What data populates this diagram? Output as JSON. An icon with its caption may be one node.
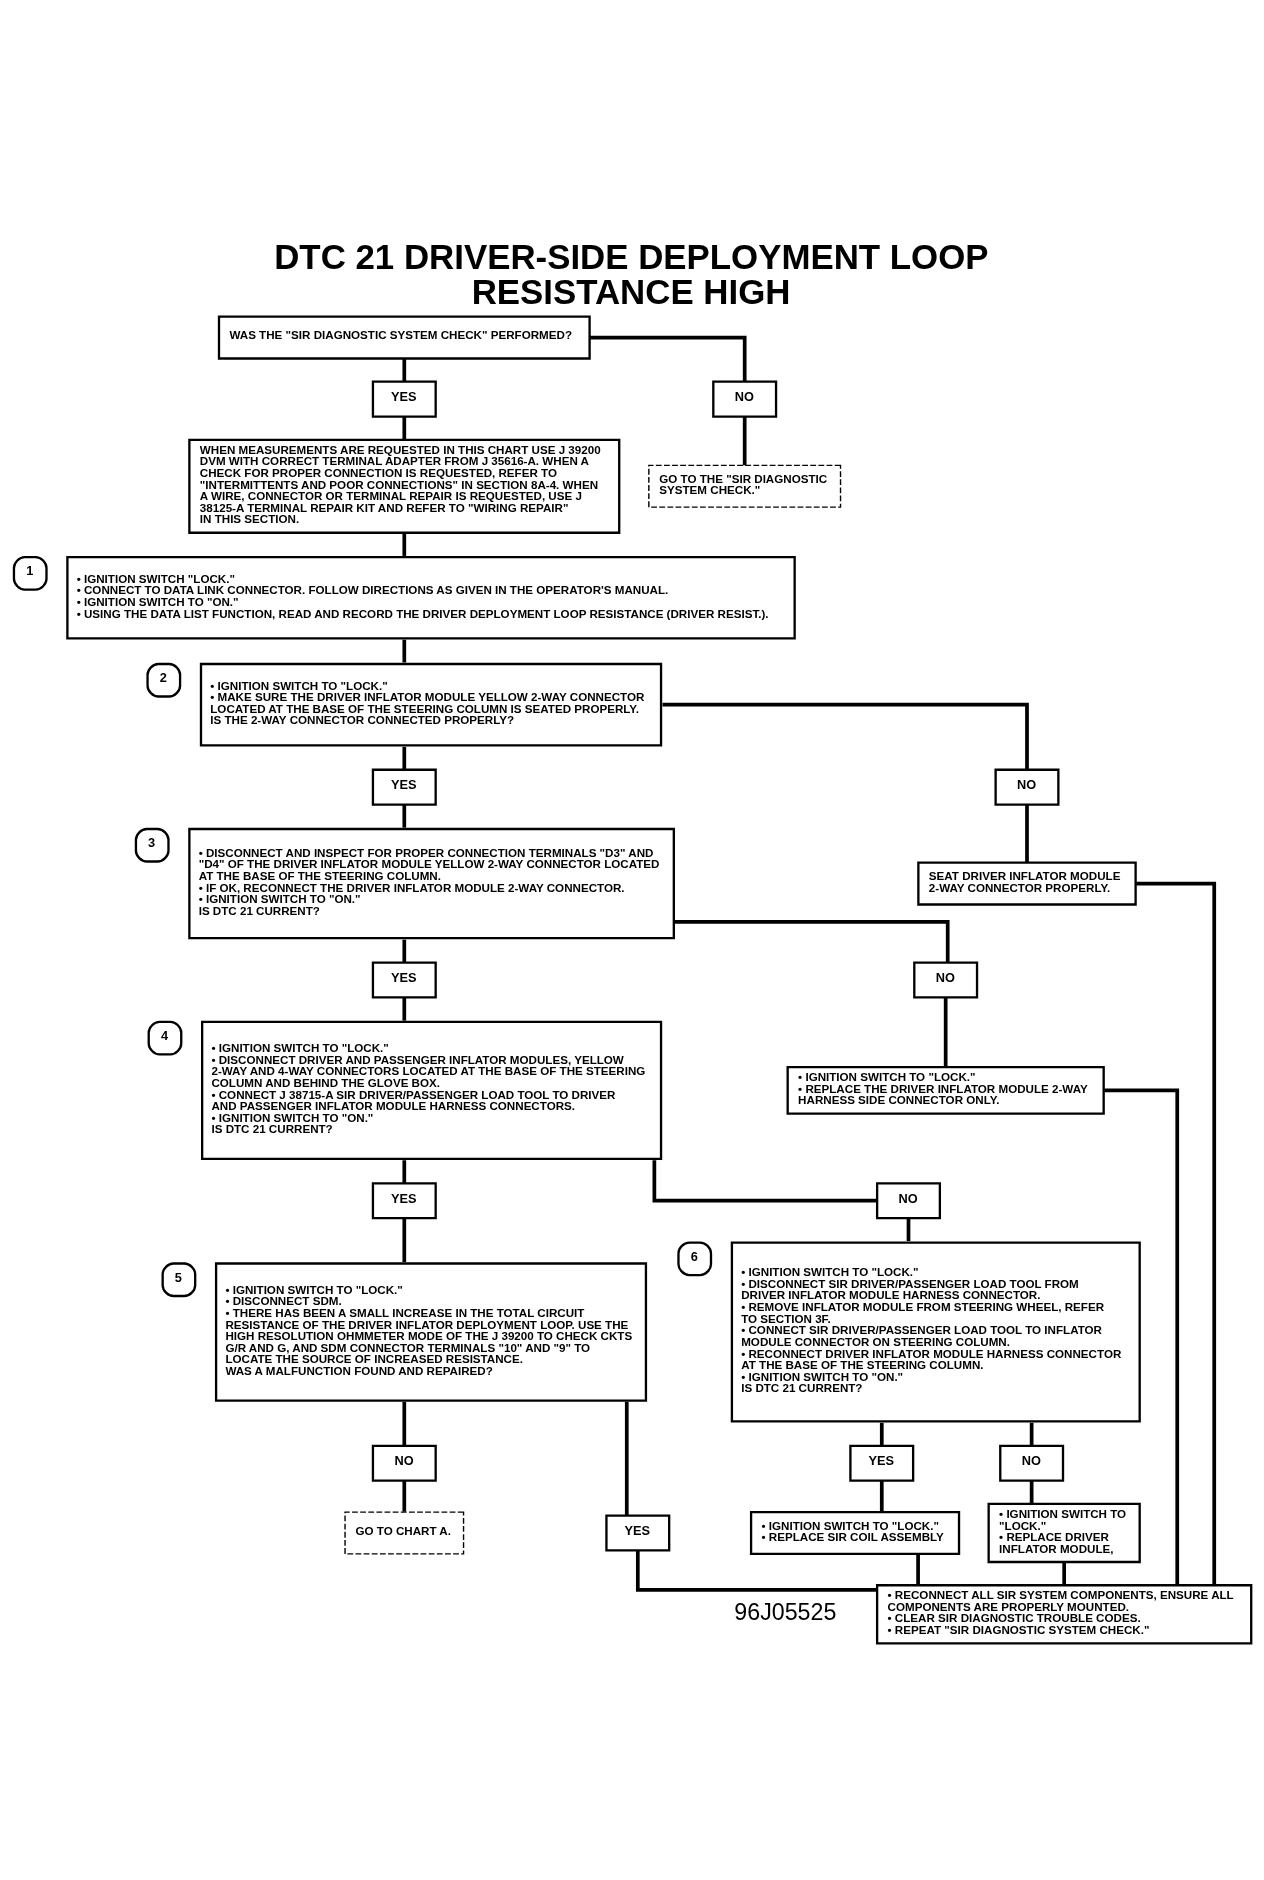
{
  "diagram": {
    "title": "DTC 21 DRIVER-SIDE DEPLOYMENT LOOP RESISTANCE HIGH",
    "nodes": [
      {
        "text": [
          "WAS THE \"SIR DIAGNOSTIC SYSTEM CHECK\" PERFORMED?"
        ]
      },
      {
        "text": [
          "YES"
        ]
      },
      {
        "text": [
          "NO"
        ]
      },
      {
        "text": [
          "WHEN MEASUREMENTS ARE REQUESTED IN THIS CHART USE J 39200 DVM WITH CORRECT TERMINAL ADAPTER FROM J 35616-A. WHEN A CHECK FOR PROPER CONNECTION IS REQUESTED, REFER TO \"INTERMITTENTS AND POOR CONNECTIONS\" IN SECTION 8A-4. WHEN A WIRE, CONNECTOR OR TERMINAL REPAIR IS REQUESTED, USE J 38125-A TERMINAL REPAIR KIT AND REFER TO \"WIRING REPAIR\" IN THIS SECTION."
        ]
      },
      {
        "text": [
          "GO TO THE \"SIR DIAGNOSTIC SYSTEM CHECK.\""
        ]
      },
      {
        "text": [
          "• IGNITION SWITCH \"LOCK.\"",
          "• CONNECT TO DATA LINK CONNECTOR. FOLLOW DIRECTIONS AS GIVEN IN THE OPERATOR'S MANUAL.",
          "• IGNITION SWITCH TO \"ON.\"",
          "• USING THE DATA LIST FUNCTION, READ AND RECORD THE DRIVER DEPLOYMENT LOOP RESISTANCE (DRIVER RESIST.)."
        ],
        "beside": [
          "1"
        ]
      },
      {
        "text": [
          "• IGNITION SWITCH TO \"LOCK.\"",
          "• MAKE SURE THE DRIVER INFLATOR MODULE YELLOW 2-WAY CONNECTOR LOCATED AT THE BASE OF THE STEERING COLUMN IS SEATED PROPERLY.",
          "IS THE 2-WAY CONNECTOR CONNECTED PROPERLY?"
        ],
        "beside": [
          "2"
        ]
      },
      {
        "text": [
          "YES"
        ]
      },
      {
        "text": [
          "NO"
        ]
      },
      {
        "text": [
          "• DISCONNECT AND INSPECT FOR PROPER CONNECTION TERMINALS \"D3\" AND \"D4\" OF THE DRIVER INFLATOR MODULE YELLOW 2-WAY CONNECTOR LOCATED AT THE BASE OF THE STEERING COLUMN.",
          "• IF OK, RECONNECT THE DRIVER INFLATOR MODULE 2-WAY CONNECTOR.",
          "• IGNITION SWITCH TO \"ON.\"",
          "IS DTC 21 CURRENT?"
        ],
        "beside": [
          "3"
        ]
      },
      {
        "text": [
          "SEAT DRIVER INFLATOR MODULE 2-WAY CONNECTOR PROPERLY."
        ]
      },
      {
        "text": [
          "YES"
        ]
      },
      {
        "text": [
          "NO"
        ]
      },
      {
        "text": [
          "• IGNITION SWITCH TO \"LOCK.\"",
          "• DISCONNECT DRIVER AND PASSENGER INFLATOR MODULES, YELLOW 2-WAY AND 4-WAY CONNECTORS LOCATED AT THE BASE OF THE STEERING COLUMN AND BEHIND THE GLOVE BOX.",
          "• CONNECT J 38715-A SIR DRIVER/PASSENGER LOAD TOOL TO DRIVER AND PASSENGER INFLATOR MODULE HARNESS CONNECTORS.",
          "• IGNITION SWITCH TO \"ON.\"",
          "IS DTC 21 CURRENT?"
        ],
        "beside": [
          "4"
        ]
      },
      {
        "text": [
          "• IGNITION SWITCH TO \"LOCK.\"",
          "• REPLACE THE DRIVER INFLATOR MODULE 2-WAY HARNESS SIDE CONNECTOR ONLY."
        ]
      },
      {
        "text": [
          "YES"
        ]
      },
      {
        "text": [
          "NO"
        ]
      },
      {
        "text": [
          "• IGNITION SWITCH TO \"LOCK.\"",
          "• DISCONNECT SDM.",
          "• THERE HAS BEEN A SMALL INCREASE IN THE TOTAL CIRCUIT RESISTANCE OF THE DRIVER INFLATOR DEPLOYMENT LOOP. USE THE HIGH RESOLUTION OHMMETER MODE OF THE J 39200 TO CHECK CKTS G/R AND G, AND SDM CONNECTOR TERMINALS \"10\" AND \"9\" TO LOCATE THE SOURCE OF INCREASED RESISTANCE.",
          "WAS A MALFUNCTION FOUND AND REPAIRED?"
        ],
        "beside": [
          "5"
        ]
      },
      {
        "text": [
          "• IGNITION SWITCH TO \"LOCK.\"",
          "• DISCONNECT SIR DRIVER/PASSENGER LOAD TOOL FROM DRIVER INFLATOR MODULE HARNESS CONNECTOR.",
          "• REMOVE INFLATOR MODULE FROM STEERING WHEEL, REFER TO SECTION 3F.",
          "• CONNECT SIR DRIVER/PASSENGER LOAD TOOL TO INFLATOR MODULE CONNECTOR ON STEERING COLUMN.",
          "• RECONNECT DRIVER INFLATOR MODULE HARNESS CONNECTOR AT THE BASE OF THE STEERING COLUMN.",
          "• IGNITION SWITCH TO \"ON.\"",
          "IS DTC 21 CURRENT?"
        ],
        "beside": [
          "6"
        ]
      },
      {
        "text": [
          "NO"
        ]
      },
      {
        "text": [
          "YES"
        ]
      },
      {
        "text": [
          "YES"
        ]
      },
      {
        "text": [
          "NO"
        ]
      },
      {
        "text": [
          "GO TO CHART A."
        ]
      },
      {
        "text": [
          "• IGNITION SWITCH TO \"LOCK.\"",
          "• REPLACE SIR COIL ASSEMBLY"
        ]
      },
      {
        "text": [
          "• IGNITION SWITCH TO \"LOCK.\"",
          "• REPLACE DRIVER INFLATOR MODULE,"
        ]
      },
      {
        "text": [
          "• RECONNECT ALL SIR SYSTEM COMPONENTS, ENSURE ALL COMPONENTS ARE PROPERLY MOUNTED.",
          "• CLEAR SIR DIAGNOSTIC TROUBLE CODES.",
          "• REPEAT \"SIR DIAGNOSTIC SYSTEM CHECK.\""
        ]
      }
    ],
    "edges": [
      {
        "from": 0,
        "to": 1,
        "arrow": "none"
      },
      {
        "from": 0,
        "to": 2,
        "arrow": "none"
      },
      {
        "from": 1,
        "to": 3,
        "arrow": "none"
      },
      {
        "from": 2,
        "to": 4,
        "arrow": "none"
      },
      {
        "from": 3,
        "to": 5,
        "arrow": "none"
      },
      {
        "from": 5,
        "to": 6,
        "arrow": "none"
      },
      {
        "from": 6,
        "to": 7,
        "arrow": "none"
      },
      {
        "from": 6,
        "to": 8,
        "arrow": "none"
      },
      {
        "from": 7,
        "to": 9,
        "arrow": "none"
      },
      {
        "from": 8,
        "to": 10,
        "arrow": "none"
      },
      {
        "from": 9,
        "to": 11,
        "arrow": "none"
      },
      {
        "from": 9,
        "to": 12,
        "arrow": "none"
      },
      {
        "from": 11,
        "to": 13,
        "arrow": "none"
      },
      {
        "from": 12,
        "to": 14,
        "arrow": "none"
      },
      {
        "from": 13,
        "to": 15,
        "arrow": "none"
      },
      {
        "from": 13,
        "to": 16,
        "arrow": "none"
      },
      {
        "from": 15,
        "to": 17,
        "arrow": "none"
      },
      {
        "from": 16,
        "to": 18,
        "arrow": "none"
      },
      {
        "from": 17,
        "to": 19,
        "arrow": "none"
      },
      {
        "from": 17,
        "to": 20,
        "arrow": "none"
      },
      {
        "from": 19,
        "to": 23,
        "arrow": "none"
      },
      {
        "from": 18,
        "to": 21,
        "arrow": "none"
      },
      {
        "from": 18,
        "to": 22,
        "arrow": "none"
      },
      {
        "from": 21,
        "to": 24,
        "arrow": "none"
      },
      {
        "from": 22,
        "to": 25,
        "arrow": "none"
      },
      {
        "from": 20,
        "to": 26,
        "arrow": "none"
      },
      {
        "from": 24,
        "to": 26,
        "arrow": "none"
      },
      {
        "from": 25,
        "to": 26,
        "arrow": "none"
      },
      {
        "from": 10,
        "to": 26,
        "arrow": "none"
      },
      {
        "from": 14,
        "to": 26,
        "arrow": "none"
      }
    ],
    "labels": [
      "96J05525"
    ]
  }
}
